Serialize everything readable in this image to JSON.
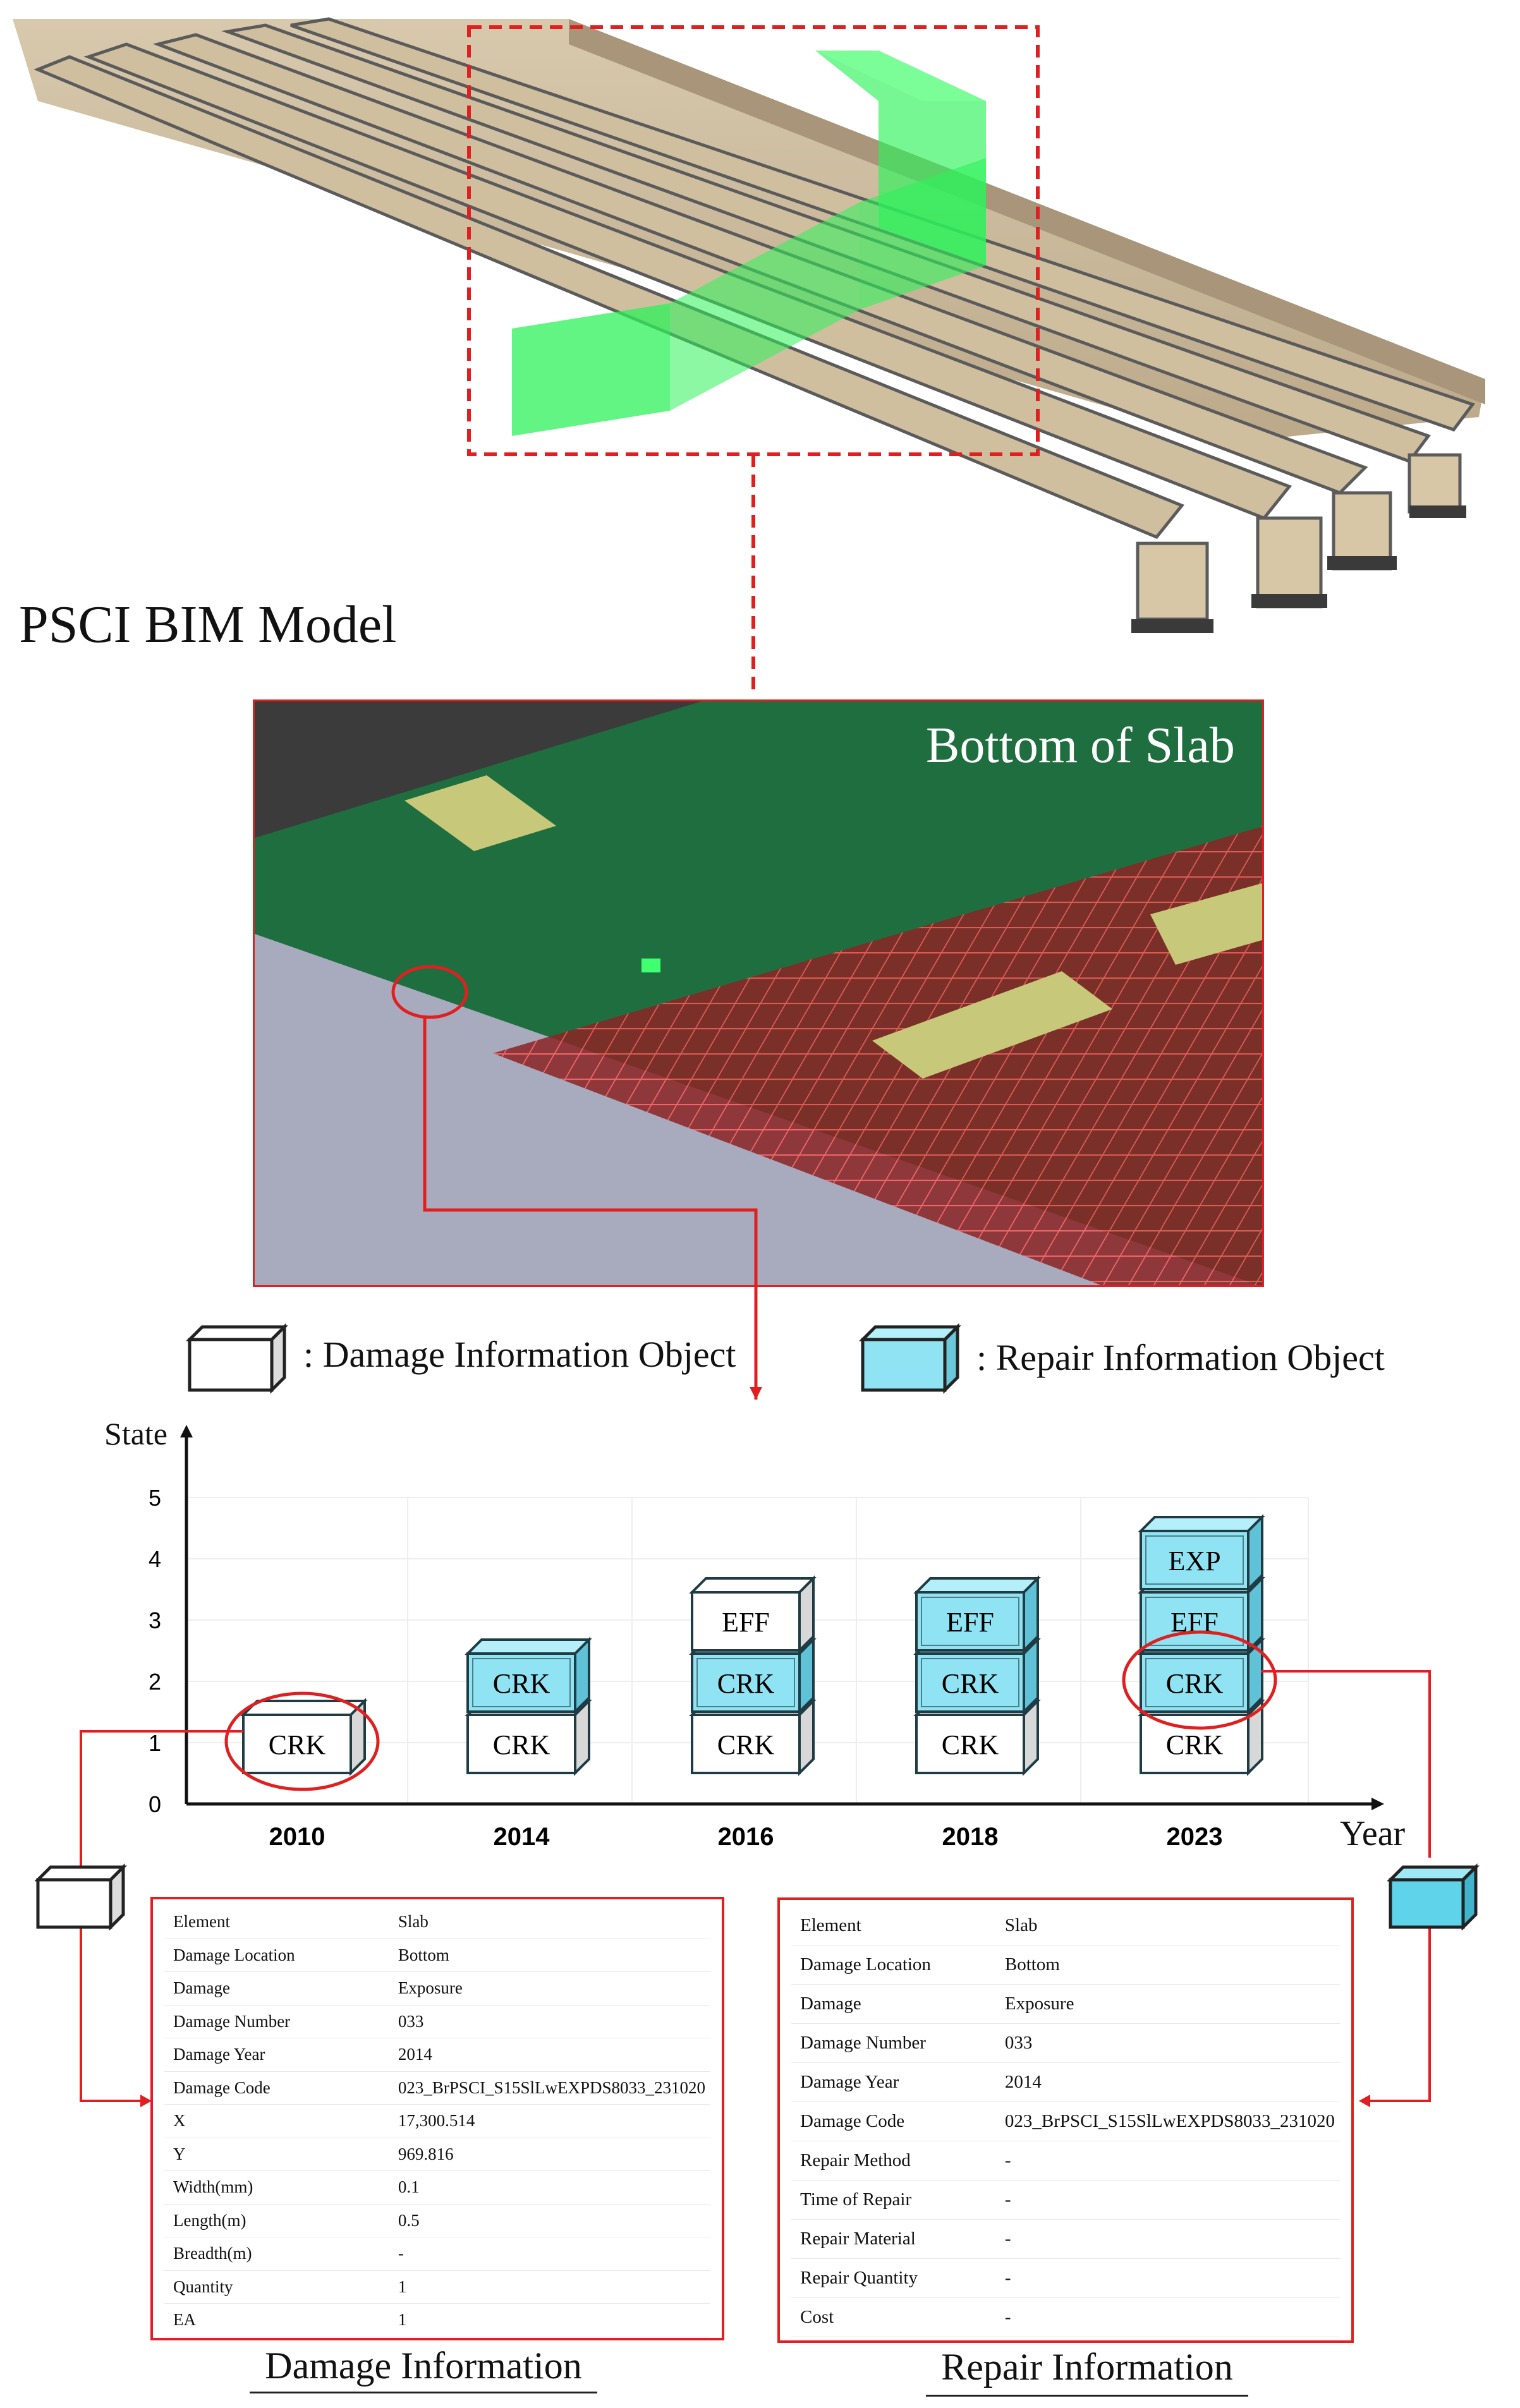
{
  "model_title": "PSCI BIM Model",
  "slab_title": "Bottom of Slab",
  "legend": {
    "damage_label": ":  Damage Information Object",
    "repair_label": ":  Repair Information Object"
  },
  "colors": {
    "repair_fill": "#8fe3f2",
    "damage_fill": "#ffffff",
    "highlight": "#e02020",
    "green_volume": "#2df25a",
    "slab_green": "#1f6e3f"
  },
  "chart_data": {
    "type": "scatter",
    "ylabel": "State",
    "xlabel": "Year",
    "y_ticks": [
      "0",
      "1",
      "2",
      "3",
      "4",
      "5"
    ],
    "ylim": [
      0,
      5
    ],
    "categories": [
      "2010",
      "2014",
      "2016",
      "2018",
      "2023"
    ],
    "stacks": [
      {
        "year": "2010",
        "items": [
          {
            "level": 1,
            "label": "CRK",
            "kind": "damage",
            "circled": true
          }
        ]
      },
      {
        "year": "2014",
        "items": [
          {
            "level": 1,
            "label": "CRK",
            "kind": "damage"
          },
          {
            "level": 2,
            "label": "CRK",
            "kind": "repair"
          }
        ]
      },
      {
        "year": "2016",
        "items": [
          {
            "level": 1,
            "label": "CRK",
            "kind": "damage"
          },
          {
            "level": 2,
            "label": "CRK",
            "kind": "repair"
          },
          {
            "level": 3,
            "label": "EFF",
            "kind": "damage"
          }
        ]
      },
      {
        "year": "2018",
        "items": [
          {
            "level": 1,
            "label": "CRK",
            "kind": "damage"
          },
          {
            "level": 2,
            "label": "CRK",
            "kind": "repair"
          },
          {
            "level": 3,
            "label": "EFF",
            "kind": "repair"
          }
        ]
      },
      {
        "year": "2023",
        "items": [
          {
            "level": 1,
            "label": "CRK",
            "kind": "damage"
          },
          {
            "level": 2,
            "label": "CRK",
            "kind": "repair",
            "circled": true
          },
          {
            "level": 3,
            "label": "EFF",
            "kind": "repair"
          },
          {
            "level": 4,
            "label": "EXP",
            "kind": "repair"
          }
        ]
      }
    ]
  },
  "damage_table": {
    "rows": [
      [
        "Element",
        "Slab"
      ],
      [
        "Damage Location",
        "Bottom"
      ],
      [
        "Damage",
        "Exposure"
      ],
      [
        "Damage Number",
        "033"
      ],
      [
        "Damage Year",
        "2014"
      ],
      [
        "Damage Code",
        "023_BrPSCI_S15SlLwEXPDS8033_231020"
      ],
      [
        "X",
        "17,300.514"
      ],
      [
        "Y",
        "969.816"
      ],
      [
        "Width(mm)",
        "0.1"
      ],
      [
        "Length(m)",
        "0.5"
      ],
      [
        "Breadth(m)",
        "-"
      ],
      [
        "Quantity",
        "1"
      ],
      [
        "EA",
        "1"
      ]
    ],
    "caption": "Damage Information"
  },
  "repair_table": {
    "rows": [
      [
        "Element",
        "Slab"
      ],
      [
        "Damage Location",
        "Bottom"
      ],
      [
        "Damage",
        "Exposure"
      ],
      [
        "Damage Number",
        "033"
      ],
      [
        "Damage Year",
        "2014"
      ],
      [
        "Damage Code",
        "023_BrPSCI_S15SlLwEXPDS8033_231020"
      ],
      [
        "Repair Method",
        "-"
      ],
      [
        "Time of Repair",
        "-"
      ],
      [
        "Repair Material",
        "-"
      ],
      [
        "Repair Quantity",
        "-"
      ],
      [
        "Cost",
        "-"
      ]
    ],
    "caption": "Repair Information"
  }
}
